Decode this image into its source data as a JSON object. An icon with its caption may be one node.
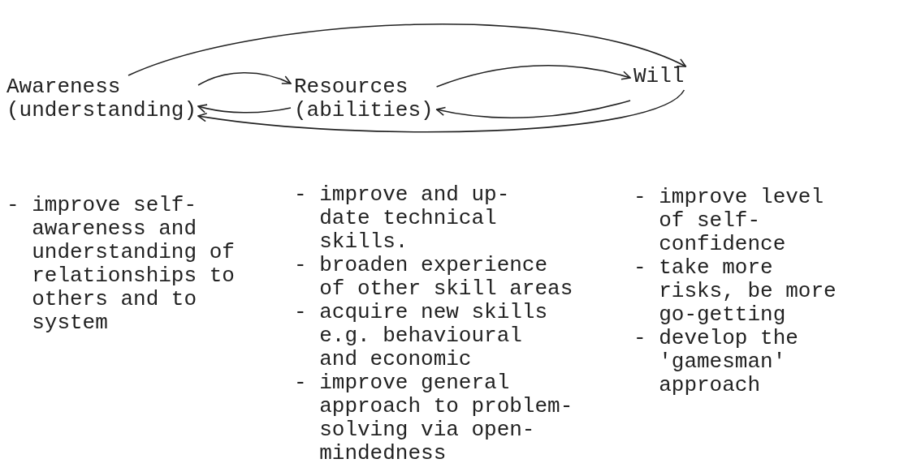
{
  "diagram": {
    "nodes": [
      {
        "text": [
          "Awareness (understanding)"
        ]
      },
      {
        "text": [
          "Resources (abilities)"
        ]
      },
      {
        "text": [
          "Will"
        ]
      }
    ],
    "edges": [
      {
        "from": 0,
        "to": 2,
        "arrow": "to"
      },
      {
        "from": 0,
        "to": 1,
        "arrow": "to"
      },
      {
        "from": 1,
        "to": 0,
        "arrow": "to"
      },
      {
        "from": 1,
        "to": 2,
        "arrow": "to"
      },
      {
        "from": 2,
        "to": 1,
        "arrow": "to"
      },
      {
        "from": 2,
        "to": 0,
        "arrow": "to"
      }
    ],
    "labels": [
      "- improve self- awareness and understanding of relationships to others and to system",
      "- improve and up-date technical skills.",
      "- broaden experience of other skill areas",
      "- acquire new skills e.g. behavioural and economic",
      "- improve general approach to problem- solving via open- mindedness",
      "- improve level of self- confidence",
      "- take more risks, be more go-getting",
      "- develop the 'gamesman' approach"
    ]
  }
}
